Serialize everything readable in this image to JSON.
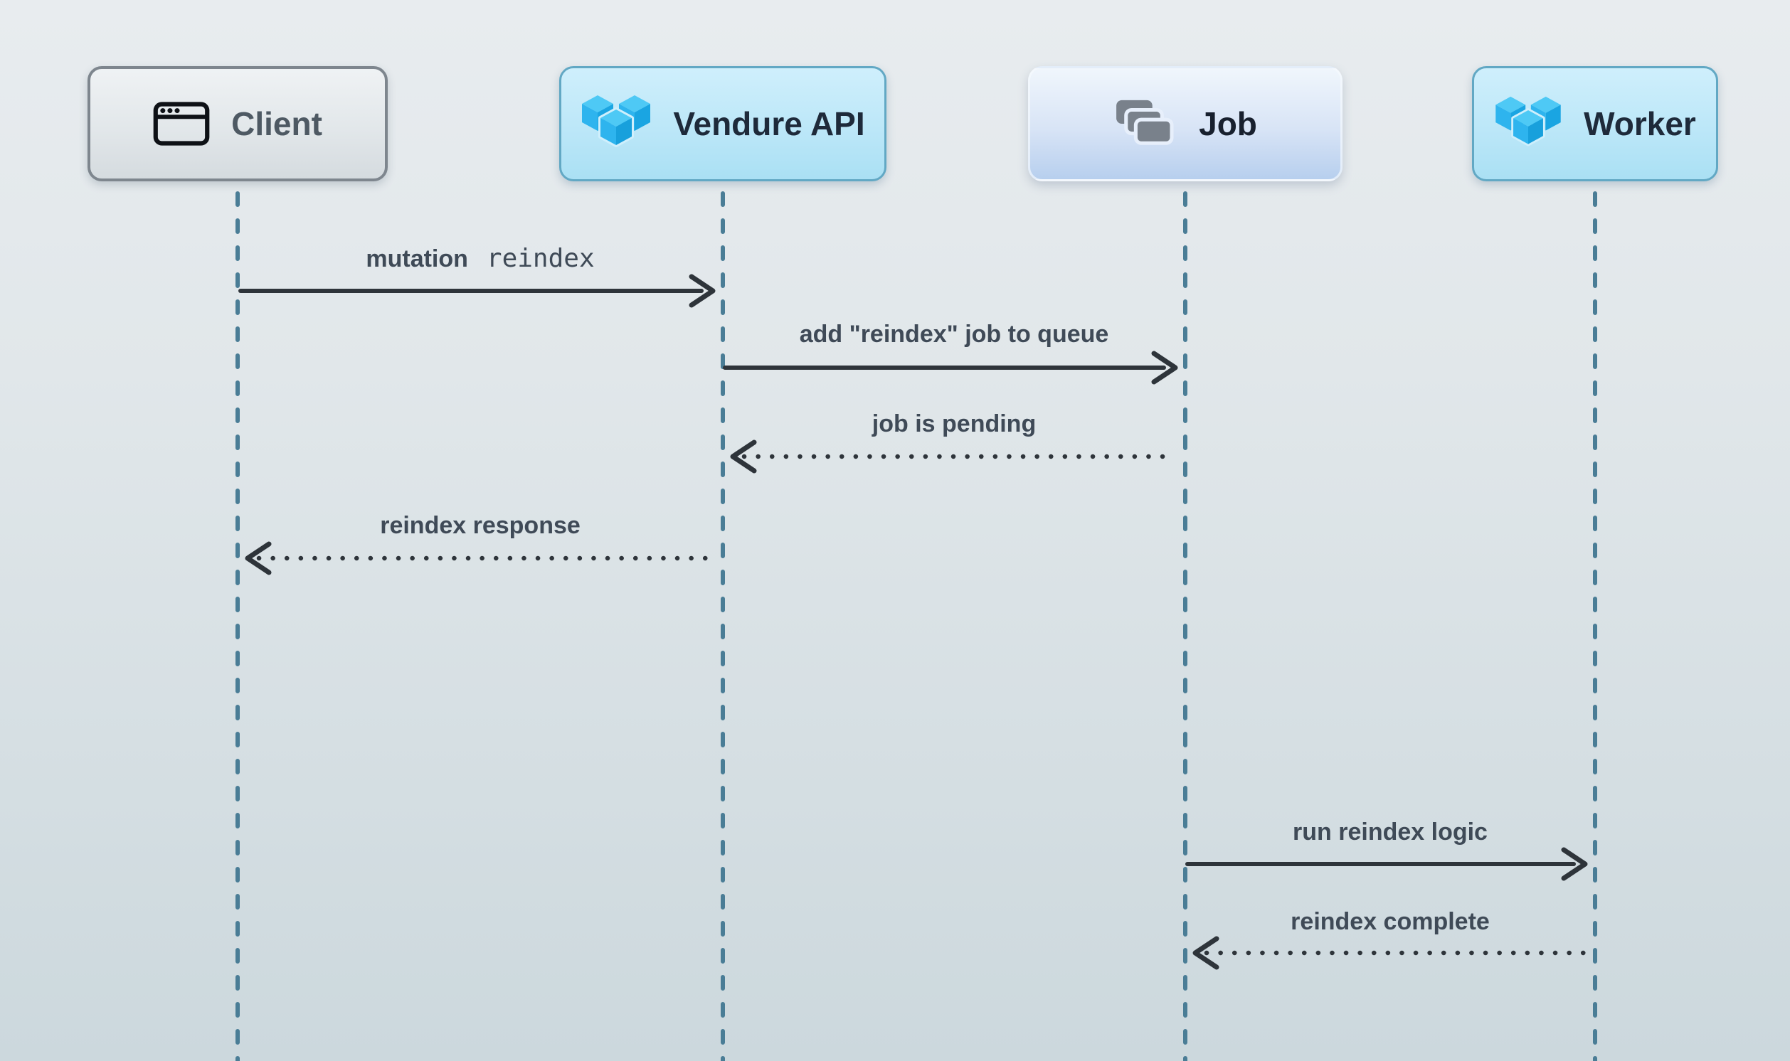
{
  "diagram": {
    "type": "sequence",
    "actors": [
      {
        "label": "Client",
        "icon": "browser-window-icon",
        "style": "gray"
      },
      {
        "label": "Vendure API",
        "icon": "vendure-cubes-icon",
        "style": "cyan"
      },
      {
        "label": "Job",
        "icon": "stacked-cards-icon",
        "style": "periwinkle"
      },
      {
        "label": "Worker",
        "icon": "vendure-cubes-icon",
        "style": "cyan"
      }
    ],
    "messages": [
      {
        "label": "mutation",
        "code": "reindex",
        "from": "Client",
        "to": "Vendure API",
        "line": "solid"
      },
      {
        "label": "add \"reindex\" job to queue",
        "from": "Vendure API",
        "to": "Job",
        "line": "solid"
      },
      {
        "label": "job is pending",
        "from": "Job",
        "to": "Vendure API",
        "line": "dotted"
      },
      {
        "label": "reindex response",
        "from": "Vendure API",
        "to": "Client",
        "line": "dotted"
      },
      {
        "label": "run reindex logic",
        "from": "Job",
        "to": "Worker",
        "line": "solid"
      },
      {
        "label": "reindex complete",
        "from": "Worker",
        "to": "Job",
        "line": "dotted"
      }
    ],
    "colors": {
      "lifeline": "#4a7d96",
      "arrow": "#2e343a",
      "message_text": "#3f4a57",
      "gray_actor_border": "#7e868e",
      "cyan_actor_border": "#62a8c4",
      "vendure_blue_top": "#4ec9f5",
      "vendure_blue_left": "#2eb4ee",
      "vendure_blue_right": "#1aa5e2",
      "cards_gray": "#79818b"
    }
  }
}
